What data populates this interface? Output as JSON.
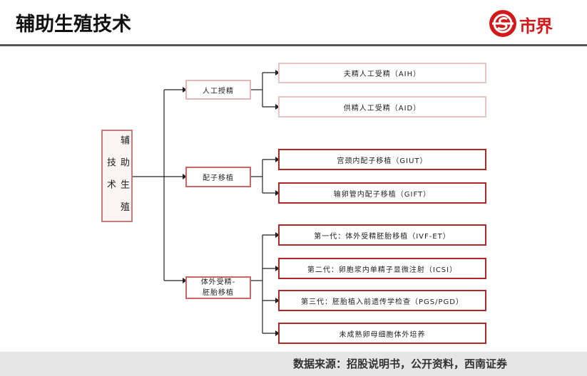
{
  "header": {
    "title": "辅助生殖技术",
    "logo_text": "市界",
    "logo_color": "#d21a1a"
  },
  "diagram": {
    "root": "辅\n助\n生\n殖\n技\n术",
    "branches": [
      {
        "label": "人工授精",
        "children": [
          "夫精人工受精（AIH）",
          "供精人工受精（AID）"
        ]
      },
      {
        "label": "配子移植",
        "children": [
          "宫颈内配子移植（GIUT）",
          "输卵管内配子移植（GIFT）"
        ]
      },
      {
        "label": "体外受精-\n胚胎移植",
        "children": [
          "第一代：体外受精胚胎移植（IVF-ET）",
          "第二代：卵胞浆内单精子显微注射（ICSI）",
          "第三代：胚胎植入前遗传学检查（PGS/PGD）",
          "未成熟卵母细胞体外培养"
        ]
      }
    ]
  },
  "footer": {
    "source": "数据来源：招股说明书，公开资料，西南证券"
  },
  "colors": {
    "accent": "#b22828",
    "footer_bg": "#e6e6e6"
  }
}
